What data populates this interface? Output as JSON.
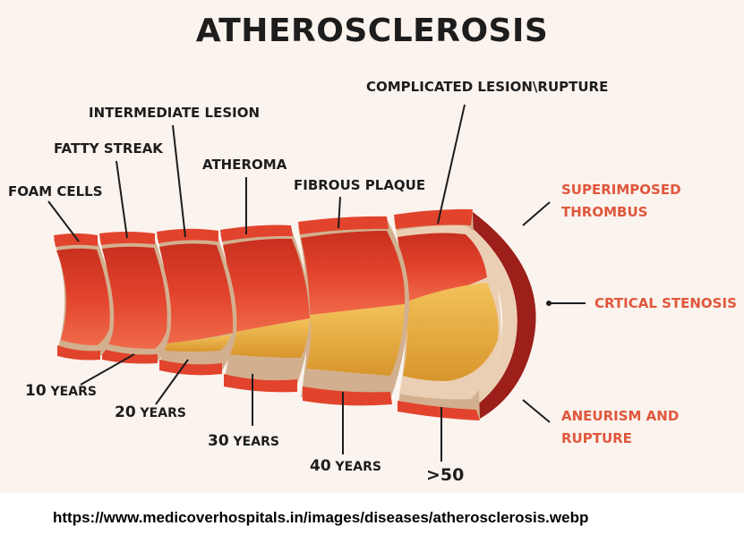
{
  "title": "ATHEROSCLEROSIS",
  "stages": {
    "foam_cells": "FOAM CELLS",
    "fatty_streak": "FATTY STREAK",
    "intermediate_lesion": "INTERMEDIATE LESION",
    "atheroma": "ATHEROMA",
    "fibrous_plaque": "FIBROUS PLAQUE",
    "complicated_lesion": "COMPLICATED LESION\\RUPTURE"
  },
  "complications": {
    "thrombus_line1": "SUPERIMPOSED",
    "thrombus_line2": "THROMBUS",
    "stenosis": "CRTICAL STENOSIS",
    "aneurism_line1": "ANEURISM AND",
    "aneurism_line2": "RUPTURE"
  },
  "ages": {
    "a10_num": "10",
    "a20_num": "20",
    "a30_num": "30",
    "a40_num": "40",
    "years_word": "YEARS",
    "a50": ">50"
  },
  "source_url": "https://www.medicoverhospitals.in/images/diseases/atherosclerosis.webp",
  "colors": {
    "background": "#fbf3ee",
    "artery_red": "#e2432c",
    "artery_dark": "#b52a1d",
    "plaque": "#e3a53a",
    "tissue": "#ebcfb4",
    "accent_text": "#e0573c"
  }
}
